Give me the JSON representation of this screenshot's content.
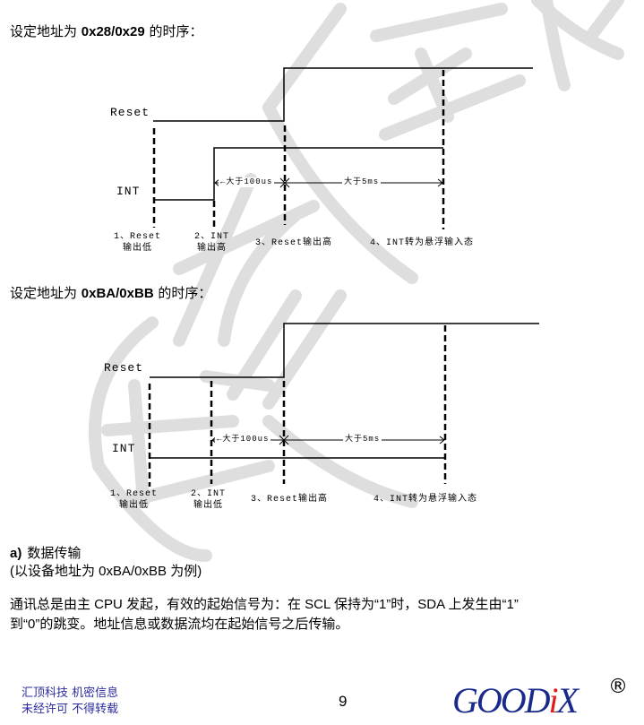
{
  "section1": {
    "heading_prefix": "设定地址为 ",
    "heading_bold": "0x28/0x29",
    "heading_suffix": " 的时序：",
    "diagram": {
      "signals": [
        "Reset",
        "INT"
      ],
      "timing": {
        "t1": "←大于100us",
        "t2": "大于5ms"
      },
      "steps": [
        {
          "line1": "1、Reset",
          "line2": "输出低"
        },
        {
          "line1": "2、INT",
          "line2": "输出高"
        },
        {
          "line1": "3、Reset输出高",
          "line2": ""
        },
        {
          "line1": "4、INT转为悬浮输入态",
          "line2": ""
        }
      ]
    }
  },
  "section2": {
    "heading_prefix": "设定地址为 ",
    "heading_bold": "0xBA/0xBB",
    "heading_suffix": " 的时序：",
    "diagram": {
      "signals": [
        "Reset",
        "INT"
      ],
      "timing": {
        "t1": "←大于100us",
        "t2": "大于5ms"
      },
      "steps": [
        {
          "line1": "1、Reset",
          "line2": "输出低"
        },
        {
          "line1": "2、INT",
          "line2": "输出低"
        },
        {
          "line1": "3、Reset输出高",
          "line2": ""
        },
        {
          "line1": "4、INT转为悬浮输入态",
          "line2": ""
        }
      ]
    }
  },
  "data_transfer": {
    "marker": "a)",
    "title": "数据传输",
    "subtitle": "(以设备地址为 0xBA/0xBB 为例)",
    "paragraph_line1": "通讯总是由主 CPU 发起，有效的起始信号为：在 SCL 保持为“1”时，SDA 上发生由“1”",
    "paragraph_line2": "到“0”的跳变。地址信息或数据流均在起始信号之后传输。"
  },
  "footer": {
    "note_line1": "汇顶科技  机密信息",
    "note_line2": "未经许可  不得转载",
    "page_number": "9",
    "logo_part1": "GOOD",
    "logo_i": "i",
    "logo_part2": "X",
    "registered": "®"
  },
  "colors": {
    "footer_text": "#2c2c9c",
    "logo_blue": "#1a2a8c",
    "logo_red": "#e01b1b",
    "watermark": "#dcdcdc"
  }
}
